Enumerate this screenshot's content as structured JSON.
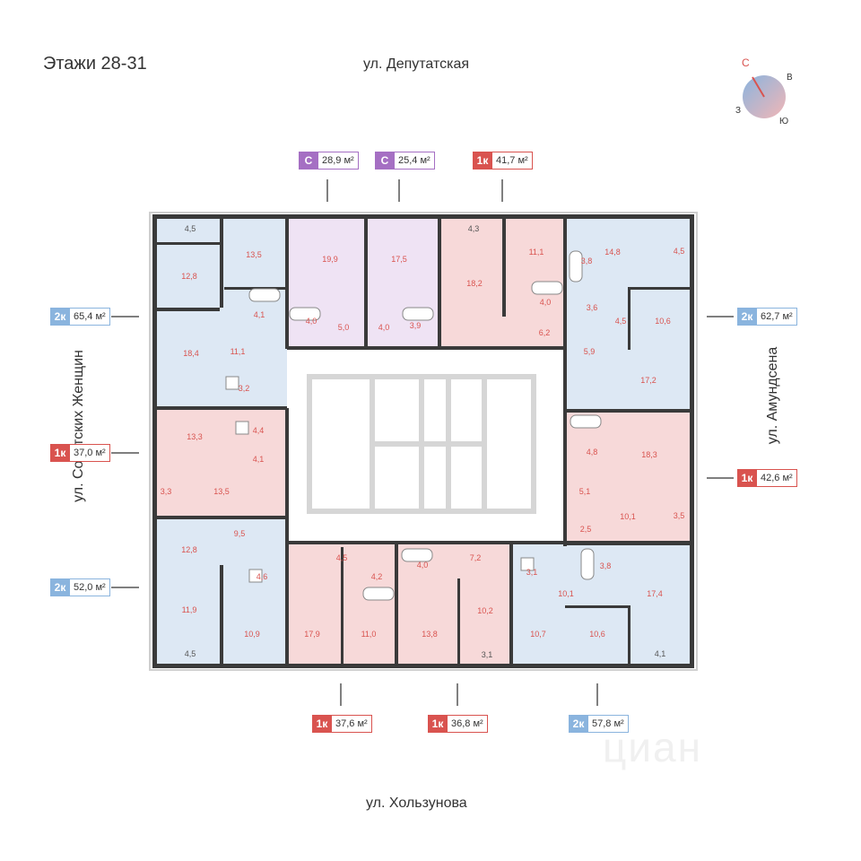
{
  "title": "Этажи 28-31",
  "streets": {
    "top": "ул. Депутатская",
    "bottom": "ул. Хользунова",
    "left": "ул. Советских Женщин",
    "right": "ул. Амундсена"
  },
  "compass": {
    "north": "С",
    "east": "В",
    "west": "З",
    "south": "Ю"
  },
  "colors": {
    "studio": "#a56fc3",
    "one_room": "#d9534f",
    "two_room": "#8ab4de",
    "studio_fill": "#efe3f4",
    "one_fill": "#f7d9d9",
    "two_fill": "#dde8f4"
  },
  "apartments": {
    "top_1": {
      "type": "С",
      "area": "28,9 м²"
    },
    "top_2": {
      "type": "С",
      "area": "25,4 м²"
    },
    "top_3": {
      "type": "1к",
      "area": "41,7 м²"
    },
    "left_1": {
      "type": "2к",
      "area": "65,4 м²"
    },
    "left_2": {
      "type": "1к",
      "area": "37,0 м²"
    },
    "left_3": {
      "type": "2к",
      "area": "52,0 м²"
    },
    "right_1": {
      "type": "2к",
      "area": "62,7 м²"
    },
    "right_2": {
      "type": "1к",
      "area": "42,6 м²"
    },
    "bottom_1": {
      "type": "1к",
      "area": "37,6 м²"
    },
    "bottom_2": {
      "type": "1к",
      "area": "36,8 м²"
    },
    "bottom_3": {
      "type": "2к",
      "area": "57,8 м²"
    }
  },
  "room_areas": {
    "a01": "4,5",
    "a02": "13,5",
    "a03": "12,8",
    "a04": "4,1",
    "a05": "18,4",
    "a06": "11,1",
    "a07": "3,2",
    "b01": "19,9",
    "b02": "4,0",
    "b03": "5,0",
    "c01": "17,5",
    "c02": "4,0",
    "c03": "3,9",
    "d01": "4,3",
    "d02": "11,1",
    "d03": "18,2",
    "d04": "4,0",
    "d05": "6,2",
    "e01": "14,8",
    "e02": "4,5",
    "e03": "3,8",
    "e04": "3,6",
    "e05": "4,5",
    "e06": "10,6",
    "e07": "5,9",
    "e08": "17,2",
    "f01": "13,3",
    "f02": "4,4",
    "f03": "4,1",
    "f04": "3,3",
    "f05": "13,5",
    "g01": "4,8",
    "g02": "18,3",
    "g03": "5,1",
    "g04": "10,1",
    "g05": "3,5",
    "g06": "2,5",
    "h01": "12,8",
    "h02": "9,5",
    "h03": "4,6",
    "h04": "11,9",
    "h05": "10,9",
    "h06": "4,5",
    "i01": "4,5",
    "i02": "4,2",
    "i03": "17,9",
    "i04": "11,0",
    "j01": "4,0",
    "j02": "7,2",
    "j03": "13,8",
    "j04": "10,2",
    "j05": "3,1",
    "k01": "3,1",
    "k02": "3,8",
    "k03": "10,1",
    "k04": "17,4",
    "k05": "10,7",
    "k06": "10,6",
    "k07": "4,1"
  }
}
